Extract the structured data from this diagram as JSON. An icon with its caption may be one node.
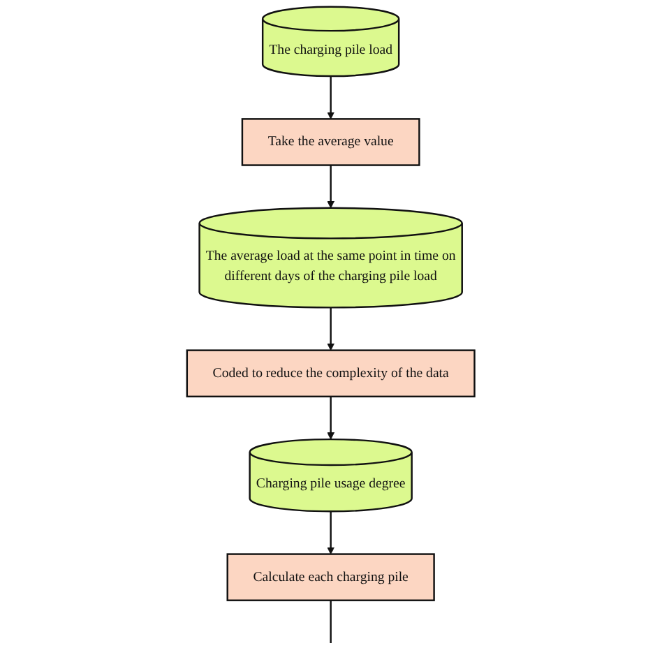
{
  "diagram": {
    "nodes": [
      {
        "text": [
          "The charging pile load"
        ]
      },
      {
        "text": [
          "Take the average value"
        ]
      },
      {
        "text": [
          "The average load at the same point in time on different days of the charging pile load"
        ]
      },
      {
        "text": [
          "Coded to reduce the complexity of the data"
        ]
      },
      {
        "text": [
          "Charging pile usage degree"
        ]
      },
      {
        "text": [
          "Calculate each charging pile"
        ]
      }
    ],
    "edges": [
      {
        "from": 0,
        "to": 1,
        "arrow": "to"
      },
      {
        "from": 1,
        "to": 2,
        "arrow": "to"
      },
      {
        "from": 2,
        "to": 3,
        "arrow": "to"
      },
      {
        "from": 3,
        "to": 4,
        "arrow": "to"
      },
      {
        "from": 4,
        "to": 5,
        "arrow": "to"
      },
      {
        "from": 5,
        "to": null,
        "arrow": "none"
      }
    ]
  }
}
